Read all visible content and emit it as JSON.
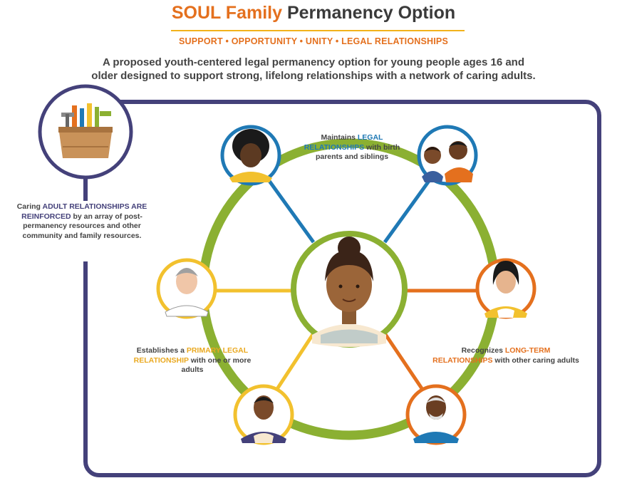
{
  "header": {
    "title_accent": "SOUL Family",
    "title_rest": "Permanency Option",
    "tagline": "SUPPORT • OPPORTUNITY • UNITY • LEGAL RELATIONSHIPS",
    "intro_line1": "A proposed youth-centered legal permanency option for young people ages 16 and",
    "intro_line2": "older designed to support strong, lifelong relationships with a network of caring adults."
  },
  "notes": {
    "resources": {
      "pre": "Caring ",
      "hl": "ADULT RELATIONSHIPS ARE REINFORCED",
      "post": " by an array of post-permanency resources and other community and family resources."
    },
    "legal": {
      "pre": "Maintains ",
      "hl": "LEGAL RELATIONSHIPS",
      "post": " with birth parents and siblings"
    },
    "primary": {
      "pre": "Establishes a ",
      "hl": "PRIMARY LEGAL RELATIONSHIP",
      "post": " with one or more adults"
    },
    "longterm": {
      "pre": "Recognizes ",
      "hl": "LONG-TERM RELATIONSHIPS",
      "post": " with other caring adults"
    }
  },
  "colors": {
    "green": "#8bb032",
    "blue": "#1f79b5",
    "yellow": "#f2c12e",
    "orange": "#e4701e",
    "purple": "#44417a"
  }
}
